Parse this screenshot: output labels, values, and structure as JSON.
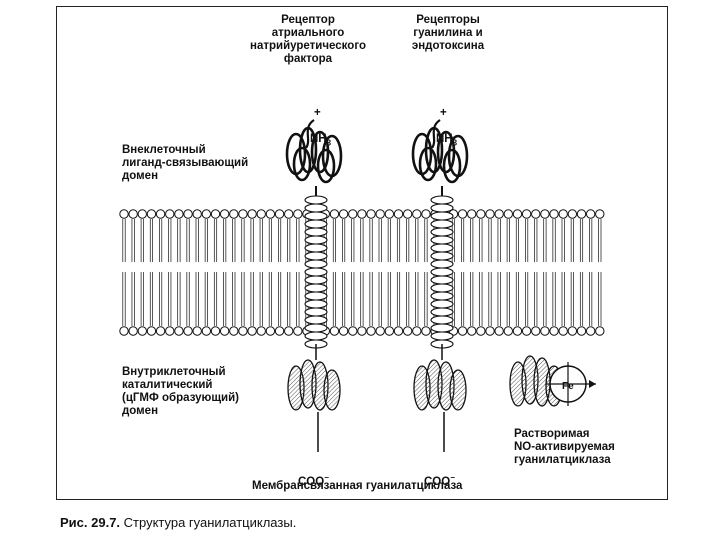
{
  "labels": {
    "anp_receptor": "Рецептор\nатриального\nнатрийуретического\nфактора",
    "guanylin_receptor": "Рецепторы\nгуанилина и\nэндотоксина",
    "extracellular_domain": "Внеклеточный\nлиганд-связывающий\nдомен",
    "intracellular_domain": "Внутриклеточный\nкаталитический\n(цГМФ образующий)\nдомен",
    "soluble_gc": "Растворимая\n NO-активируемая\nгуанилатциклаза",
    "membrane_gc": "Мембрансвязанная гуанилатциклаза"
  },
  "termini": {
    "n_term_charge": "+",
    "n_term_base": "NH",
    "n_term_sub": "3",
    "c_term_base": "COO",
    "c_term_sup": "−"
  },
  "heme_label": "Fe",
  "caption": {
    "number": "Рис. 29.7.",
    "text": " Структура гуанилатциклазы."
  },
  "colors": {
    "ink": "#111111",
    "hatch": "#555555",
    "background": "#ffffff"
  }
}
